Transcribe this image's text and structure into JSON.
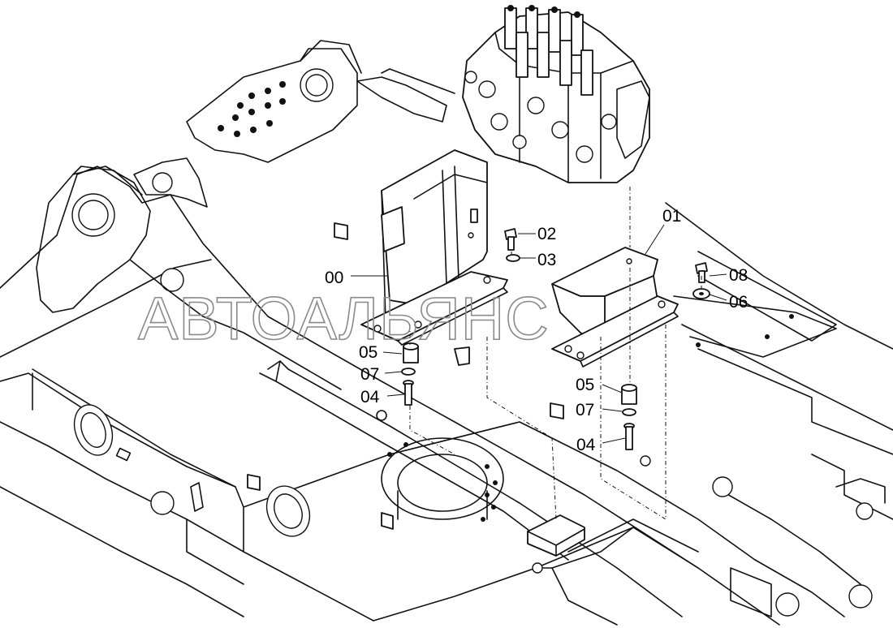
{
  "watermark": "АВТОАЛЬЯНС",
  "callouts": [
    {
      "id": "lbl-00",
      "text": "00"
    },
    {
      "id": "lbl-01",
      "text": "01"
    },
    {
      "id": "lbl-02",
      "text": "02"
    },
    {
      "id": "lbl-03",
      "text": "03"
    },
    {
      "id": "lbl-04-left",
      "text": "04"
    },
    {
      "id": "lbl-04-right",
      "text": "04"
    },
    {
      "id": "lbl-05-left",
      "text": "05"
    },
    {
      "id": "lbl-05-right",
      "text": "05"
    },
    {
      "id": "lbl-06",
      "text": "06"
    },
    {
      "id": "lbl-07-left",
      "text": "07"
    },
    {
      "id": "lbl-07-right",
      "text": "07"
    },
    {
      "id": "lbl-08",
      "text": "08"
    }
  ]
}
